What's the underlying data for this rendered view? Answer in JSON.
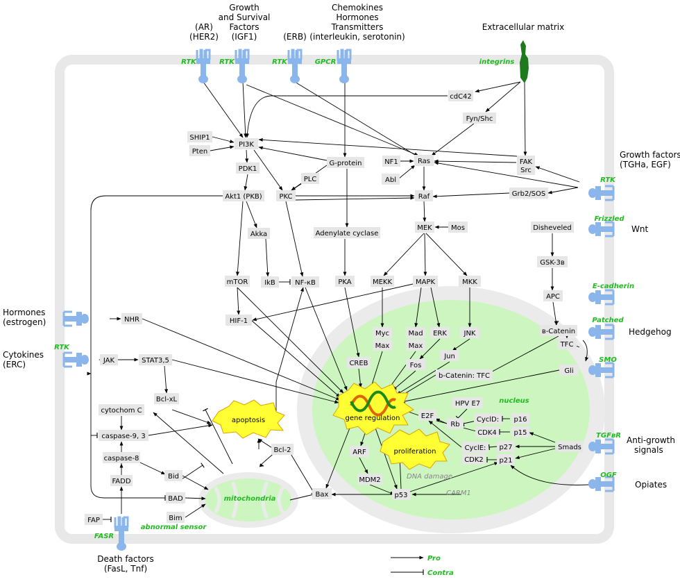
{
  "colors": {
    "membrane": "#e8e8e8",
    "nucleus": "#ccf5c0",
    "nucleus_ring": "#e6e6e6",
    "receptor": "#8ab6ec",
    "green_label": "#22bb22",
    "node_bg": "#e6e6e6",
    "burst": "#ffff33",
    "matrix": "#1f7a1f"
  },
  "nodes": [
    {
      "id": "cdc42",
      "label": "cdC42"
    },
    {
      "id": "fynshc",
      "label": "Fyn/Shc"
    },
    {
      "id": "ship1",
      "label": "SHIP1"
    },
    {
      "id": "pten",
      "label": "Pten"
    },
    {
      "id": "pi3k",
      "label": "PI3K"
    },
    {
      "id": "gprotein",
      "label": "G-protein"
    },
    {
      "id": "nf1",
      "label": "NF1"
    },
    {
      "id": "ras",
      "label": "Ras"
    },
    {
      "id": "fak",
      "label": "FAK"
    },
    {
      "id": "src",
      "label": "Src"
    },
    {
      "id": "pdk1",
      "label": "PDK1"
    },
    {
      "id": "plc",
      "label": "PLC"
    },
    {
      "id": "abl",
      "label": "Abl"
    },
    {
      "id": "grb2",
      "label": "Grb2/SOS"
    },
    {
      "id": "akt1",
      "label": "Akt1 (PKB)"
    },
    {
      "id": "pkc",
      "label": "PKC"
    },
    {
      "id": "raf",
      "label": "Raf"
    },
    {
      "id": "disheveled",
      "label": "Disheveled"
    },
    {
      "id": "mek",
      "label": "MEK"
    },
    {
      "id": "mos",
      "label": "Mos"
    },
    {
      "id": "akka",
      "label": "Akka"
    },
    {
      "id": "adenylate",
      "label": "Adenylate cyclase"
    },
    {
      "id": "gsk3b",
      "label": "GSK-3в"
    },
    {
      "id": "mtor",
      "label": "mTOR"
    },
    {
      "id": "ikb",
      "label": "IkB"
    },
    {
      "id": "nfkb",
      "label": "NF-кB"
    },
    {
      "id": "pka",
      "label": "PKA"
    },
    {
      "id": "mekk",
      "label": "MEKK"
    },
    {
      "id": "mapk",
      "label": "MAPK"
    },
    {
      "id": "mkk",
      "label": "MKK"
    },
    {
      "id": "apc",
      "label": "APC"
    },
    {
      "id": "nhr",
      "label": "NHR"
    },
    {
      "id": "hif1",
      "label": "HIF-1"
    },
    {
      "id": "bcatenin",
      "label": "в-Catenin"
    },
    {
      "id": "myc",
      "label": "Myc"
    },
    {
      "id": "mad",
      "label": "Mad"
    },
    {
      "id": "erk",
      "label": "ERK"
    },
    {
      "id": "jnk",
      "label": "JNK"
    },
    {
      "id": "tfc",
      "label": "TFC"
    },
    {
      "id": "max1",
      "label": "Max"
    },
    {
      "id": "max2",
      "label": "Max"
    },
    {
      "id": "jak",
      "label": "JAK"
    },
    {
      "id": "stat35",
      "label": "STAT3,5"
    },
    {
      "id": "creb",
      "label": "CREB"
    },
    {
      "id": "fos",
      "label": "Fos"
    },
    {
      "id": "jun",
      "label": "Jun"
    },
    {
      "id": "gli",
      "label": "Gli"
    },
    {
      "id": "bcattfc",
      "label": "b-Catenin: TFC"
    },
    {
      "id": "bclxl",
      "label": "Bcl-xL"
    },
    {
      "id": "hpve7",
      "label": "HPV E7"
    },
    {
      "id": "cytc",
      "label": "cytochom C"
    },
    {
      "id": "e2f",
      "label": "E2F"
    },
    {
      "id": "rb",
      "label": "Rb"
    },
    {
      "id": "cycd",
      "label": "CyclD:"
    },
    {
      "id": "p16",
      "label": "p16"
    },
    {
      "id": "casp93",
      "label": "caspase-9, 3"
    },
    {
      "id": "cdk4",
      "label": "CDK4"
    },
    {
      "id": "p15",
      "label": "p15"
    },
    {
      "id": "cyce",
      "label": "CyclE:"
    },
    {
      "id": "p27",
      "label": "p27"
    },
    {
      "id": "smads",
      "label": "Smads"
    },
    {
      "id": "casp8",
      "label": "caspase-8"
    },
    {
      "id": "bcl2",
      "label": "Bcl-2"
    },
    {
      "id": "arf",
      "label": "ARF"
    },
    {
      "id": "cdk2",
      "label": "CDK2"
    },
    {
      "id": "p21",
      "label": "p21"
    },
    {
      "id": "bid",
      "label": "Bid"
    },
    {
      "id": "fadd",
      "label": "FADD"
    },
    {
      "id": "mdm2",
      "label": "MDM2"
    },
    {
      "id": "bad",
      "label": "BAD"
    },
    {
      "id": "bax",
      "label": "Bax"
    },
    {
      "id": "p53",
      "label": "p53"
    },
    {
      "id": "fap",
      "label": "FAP"
    },
    {
      "id": "bim",
      "label": "Bim"
    }
  ],
  "external_labels": {
    "ar": "(AR)",
    "her2": "(HER2)",
    "growth1": "Growth",
    "growth2": "and Survival",
    "growth3": "Factors",
    "growth4": "(IGF1)",
    "erb": "(ERB)",
    "chemo1": "Chemokines",
    "chemo2": "Hormones",
    "chemo3": "Transmitters",
    "chemo4": "(interleukin, serotonin)",
    "ecm": "Extracellular matrix",
    "gf1": "Growth factors",
    "gf2": "(TGHa, EGF)",
    "wnt": "Wnt",
    "hedgehog": "Hedgehog",
    "antigrowth1": "Anti-growth",
    "antigrowth2": "signals",
    "opiates": "Opiates",
    "hormones1": "Hormones",
    "hormones2": "(estrogen)",
    "cytokines1": "Cytokines",
    "cytokines2": "(ERC)",
    "death1": "Death factors",
    "death2": "(FasL, Tnf)"
  },
  "receptor_labels": {
    "rtk1": "RTK",
    "rtk2": "RTK",
    "rtk3": "RTK",
    "gpcr": "GPCR",
    "integrins": "integrins",
    "rtk_right": "RTK",
    "frizzled": "Frizzled",
    "ecadherin": "E-cadherin",
    "patched": "Patched",
    "smo": "SMO",
    "tgfbr": "TGFвR",
    "ogf": "OGF",
    "rtk_left": "RTK",
    "fasr": "FASR",
    "abnormal": "abnormal sensor"
  },
  "compartments": {
    "nucleus": "nucleus",
    "mitochondria": "mitochondria",
    "apoptosis": "apoptosis",
    "proliferation": "proliferation",
    "gene_regulation": "gene regulation",
    "dna_damage": "DNA damage",
    "carm1": "CARM1"
  },
  "legend": {
    "pro": "Pro",
    "contra": "Contra"
  }
}
